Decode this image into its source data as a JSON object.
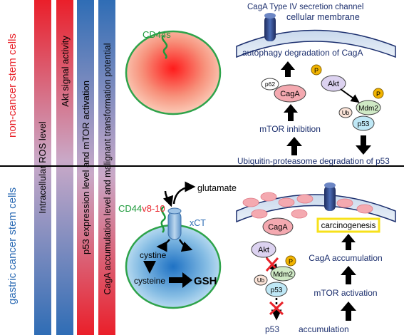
{
  "rows": {
    "top": "non-cancer stem cells",
    "bottom": "gastric cancer stem cells"
  },
  "bars": [
    "Intracellular ROS level",
    "Akt signal activity",
    "p53 expression level and mTOR activation",
    "CagA accumulation level and malignant transformation potential"
  ],
  "top_cell": {
    "cd44_label": "CD44s",
    "cag_channel": "CagA Type IV secretion channel",
    "membrane": "cellular membrane",
    "autophagy": "autophagy degradation of CagA",
    "p62": "p62",
    "caga": "CagA",
    "p_label": "P",
    "akt": "Akt",
    "mdm2": "Mdm2",
    "ub": "Ub",
    "p53": "p53",
    "mtor": "mTOR inhibition",
    "ubiquitin": "Ubiquitin-proteasome degradation of p53"
  },
  "bottom_cell": {
    "glutamate": "glutamate",
    "cd44_prefix": "CD44",
    "cd44_variant": "v8-10",
    "xct": "xCT",
    "cystine": "cystine",
    "cysteine": "cysteine",
    "gsh": "GSH",
    "caga": "CagA",
    "carcinogenesis": "carcinogenesis",
    "caga_accum": "CagA accumulation",
    "akt": "Akt",
    "p_label": "P",
    "mdm2": "Mdm2",
    "ub": "Ub",
    "p53": "p53",
    "mtor_act": "mTOR activation",
    "p53_accum": "p53",
    "accumulation": "accumulation"
  },
  "colors": {
    "red": "#e8232a",
    "blue": "#2f6db5",
    "green": "#1e9a3c",
    "navy": "#1c2f6e",
    "pink": "#f4a9b0",
    "cyan": "#bfe8f6",
    "yellow": "#f7e11b",
    "gold": "#f2b400"
  }
}
